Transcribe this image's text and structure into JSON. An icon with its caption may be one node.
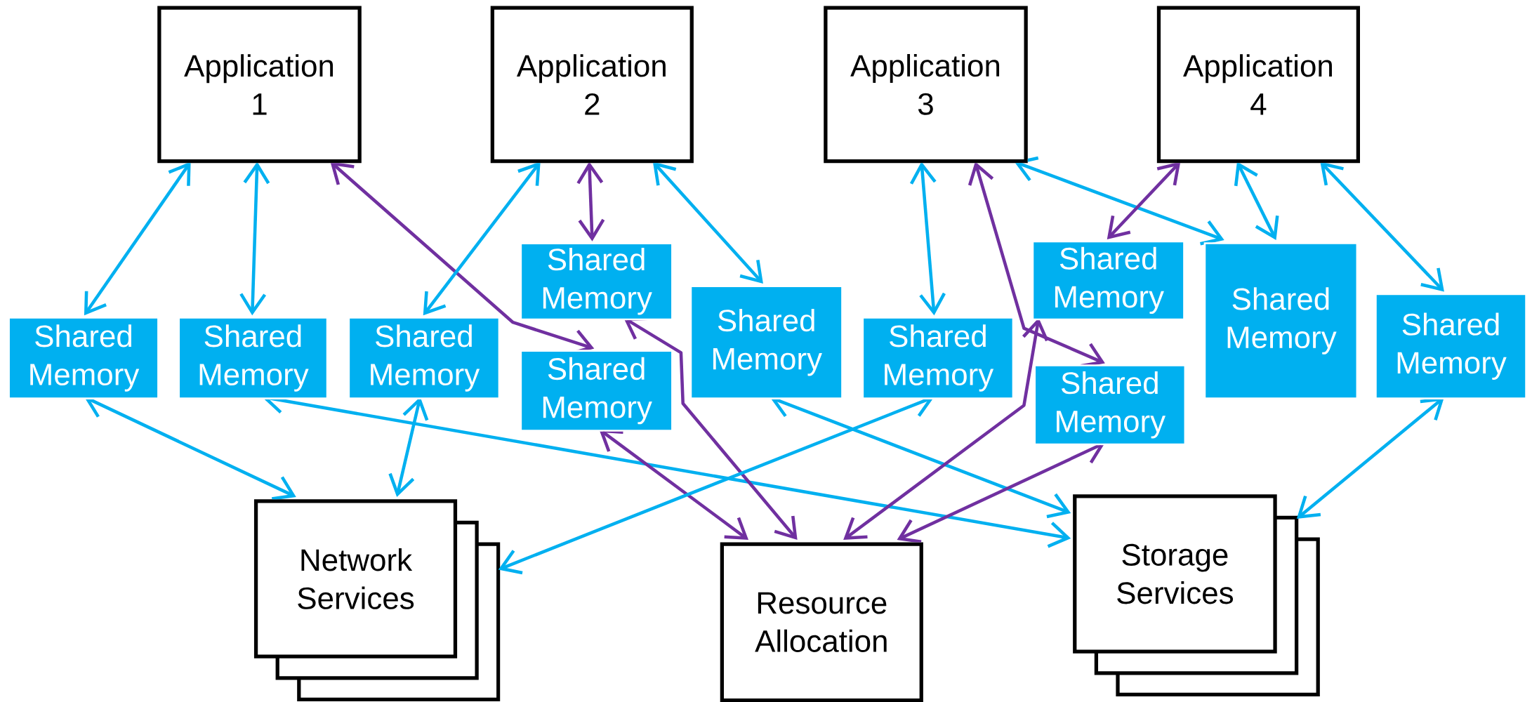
{
  "diagram": {
    "nodes": [
      {
        "text": [
          "Application 1"
        ]
      },
      {
        "text": [
          "Application 2"
        ]
      },
      {
        "text": [
          "Application 3"
        ]
      },
      {
        "text": [
          "Application 4"
        ]
      },
      {
        "text": [
          "Shared Memory"
        ]
      },
      {
        "text": [
          "Shared Memory"
        ]
      },
      {
        "text": [
          "Shared Memory"
        ]
      },
      {
        "text": [
          "Shared Memory"
        ]
      },
      {
        "text": [
          "Shared Memory"
        ]
      },
      {
        "text": [
          "Shared Memory"
        ]
      },
      {
        "text": [
          "Shared Memory"
        ]
      },
      {
        "text": [
          "Shared Memory"
        ]
      },
      {
        "text": [
          "Shared Memory"
        ]
      },
      {
        "text": [
          "Shared Memory"
        ]
      },
      {
        "text": [
          "Shared Memory"
        ]
      },
      {
        "text": [
          "Network Services"
        ]
      },
      {
        "text": [
          "Resource Allocation"
        ]
      },
      {
        "text": [
          "Storage Services"
        ]
      }
    ],
    "edges": [
      {
        "from": 0,
        "to": 4,
        "arrow": "both"
      },
      {
        "from": 0,
        "to": 5,
        "arrow": "both"
      },
      {
        "from": 0,
        "to": 8,
        "arrow": "both",
        "color": "#7030a0"
      },
      {
        "from": 1,
        "to": 6,
        "arrow": "both"
      },
      {
        "from": 1,
        "to": 7,
        "arrow": "both",
        "color": "#7030a0"
      },
      {
        "from": 1,
        "to": 9,
        "arrow": "both"
      },
      {
        "from": 2,
        "to": 10,
        "arrow": "both"
      },
      {
        "from": 2,
        "to": 13,
        "arrow": "both",
        "color": "#7030a0"
      },
      {
        "from": 2,
        "to": 12,
        "arrow": "both"
      },
      {
        "from": 3,
        "to": 11,
        "arrow": "both",
        "color": "#7030a0"
      },
      {
        "from": 3,
        "to": 12,
        "arrow": "both"
      },
      {
        "from": 3,
        "to": 14,
        "arrow": "both"
      },
      {
        "from": 4,
        "to": 15,
        "arrow": "both"
      },
      {
        "from": 5,
        "to": 17,
        "arrow": "both"
      },
      {
        "from": 6,
        "to": 15,
        "arrow": "both"
      },
      {
        "from": 7,
        "to": 16,
        "arrow": "both",
        "color": "#7030a0"
      },
      {
        "from": 8,
        "to": 16,
        "arrow": "both",
        "color": "#7030a0"
      },
      {
        "from": 9,
        "to": 17,
        "arrow": "both"
      },
      {
        "from": 10,
        "to": 15,
        "arrow": "both"
      },
      {
        "from": 11,
        "to": 16,
        "arrow": "both",
        "color": "#7030a0"
      },
      {
        "from": 13,
        "to": 16,
        "arrow": "both",
        "color": "#7030a0"
      },
      {
        "from": 14,
        "to": 17,
        "arrow": "both"
      }
    ]
  }
}
